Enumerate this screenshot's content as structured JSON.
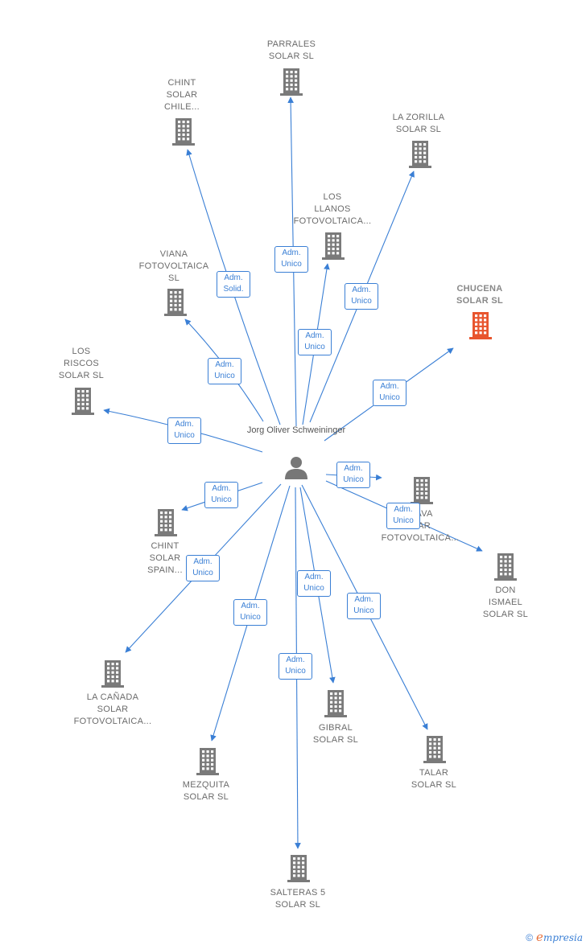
{
  "center": {
    "name_lines": [
      "Jorg Oliver",
      "Schweininger"
    ]
  },
  "colors": {
    "edge": "#3a7fd5",
    "node": "#7a7a7a",
    "highlight": "#e8552e"
  },
  "icons": {
    "company": "building-icon",
    "person": "person-icon"
  },
  "nodes": [
    {
      "id": "parrales",
      "lines": [
        "PARRALES",
        "SOLAR  SL"
      ],
      "highlight": false
    },
    {
      "id": "chint-chile",
      "lines": [
        "CHINT",
        "SOLAR",
        "CHILE..."
      ],
      "highlight": false
    },
    {
      "id": "la-zorilla",
      "lines": [
        "LA ZORILLA",
        "SOLAR  SL"
      ],
      "highlight": false
    },
    {
      "id": "los-llanos",
      "lines": [
        "LOS",
        "LLANOS",
        "FOTOVOLTAICA..."
      ],
      "highlight": false
    },
    {
      "id": "viana",
      "lines": [
        "VIANA",
        "FOTOVOLTAICA",
        "SL"
      ],
      "highlight": false
    },
    {
      "id": "chucena",
      "lines": [
        "CHUCENA",
        "SOLAR  SL"
      ],
      "highlight": true
    },
    {
      "id": "los-riscos",
      "lines": [
        "LOS",
        "RISCOS",
        "SOLAR  SL"
      ],
      "highlight": false
    },
    {
      "id": "nava",
      "lines": [
        "...AVA",
        "...AR",
        "FOTOVOLTAICA..."
      ],
      "highlight": false
    },
    {
      "id": "chint-spain",
      "lines": [
        "CHINT",
        "SOLAR",
        "SPAIN..."
      ],
      "highlight": false
    },
    {
      "id": "don-ismael",
      "lines": [
        "DON",
        "ISMAEL",
        "SOLAR  SL"
      ],
      "highlight": false
    },
    {
      "id": "la-canada",
      "lines": [
        "LA CAÑADA",
        "SOLAR",
        "FOTOVOLTAICA..."
      ],
      "highlight": false
    },
    {
      "id": "gibral",
      "lines": [
        "GIBRAL",
        "SOLAR  SL"
      ],
      "highlight": false
    },
    {
      "id": "talar",
      "lines": [
        "TALAR",
        "SOLAR  SL"
      ],
      "highlight": false
    },
    {
      "id": "mezquita",
      "lines": [
        "MEZQUITA",
        "SOLAR  SL"
      ],
      "highlight": false
    },
    {
      "id": "salteras",
      "lines": [
        "SALTERAS 5",
        "SOLAR  SL"
      ],
      "highlight": false
    }
  ],
  "edges": [
    {
      "to": "parrales",
      "lines": [
        "Adm.",
        "Unico"
      ]
    },
    {
      "to": "chint-chile",
      "lines": [
        "Adm.",
        "Solid."
      ]
    },
    {
      "to": "la-zorilla",
      "lines": [
        "Adm.",
        "Unico"
      ]
    },
    {
      "to": "los-llanos",
      "lines": [
        "Adm.",
        "Unico"
      ]
    },
    {
      "to": "viana",
      "lines": [
        "Adm.",
        "Unico"
      ]
    },
    {
      "to": "chucena",
      "lines": [
        "Adm.",
        "Unico"
      ]
    },
    {
      "to": "los-riscos",
      "lines": [
        "Adm.",
        "Unico"
      ]
    },
    {
      "to": "nava",
      "lines": [
        "Adm.",
        "Unico"
      ]
    },
    {
      "to": "don-ismael",
      "lines": [
        "Adm.",
        "Unico"
      ]
    },
    {
      "to": "chint-spain",
      "lines": [
        "Adm.",
        "Unico"
      ]
    },
    {
      "to": "la-canada",
      "lines": [
        "Adm.",
        "Unico"
      ]
    },
    {
      "to": "mezquita",
      "lines": [
        "Adm.",
        "Unico"
      ]
    },
    {
      "to": "salteras",
      "lines": [
        "Adm.",
        "Unico"
      ]
    },
    {
      "to": "gibral",
      "lines": [
        "Adm.",
        "Unico"
      ]
    },
    {
      "to": "talar",
      "lines": [
        "Adm.",
        "Unico"
      ]
    }
  ],
  "footer": {
    "copyright": "©",
    "brand_initial": "e",
    "brand_rest": "mpresia"
  }
}
